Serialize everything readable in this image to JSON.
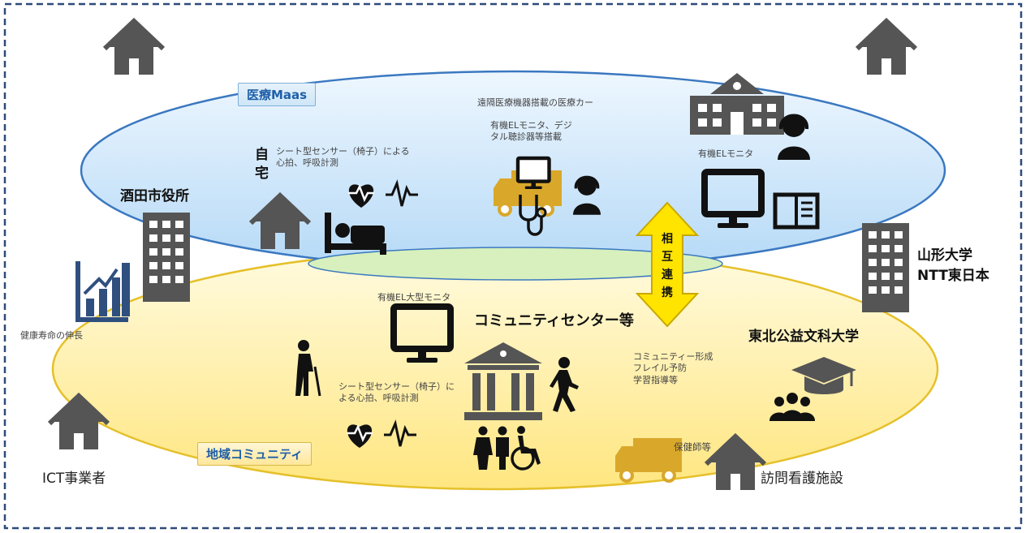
{
  "labels": {
    "iryo_maas": "医療Maas",
    "chiiki": "地域コミュニティ",
    "medical_car": "遠隔医療機器搭載の医療カー",
    "car_equipped": "有機ELモニタ、デジタル聴診器等搭載",
    "home": "自宅",
    "seat_sensor_top": "シート型センサー（椅子）による心拍、呼吸計測",
    "sakata": "酒田市役所",
    "kenko": "健康寿命の伸長",
    "ict": "ICT事業者",
    "yamagata": "山形大学",
    "ntt": "NTT東日本",
    "oled_monitor": "有機ELモニタ",
    "sogo": "相互連携",
    "oled_large": "有機EL大型モニタ",
    "community_center": "コミュニティセンター等",
    "seat_sensor_bottom": "シート型センサー（椅子）による心拍、呼吸計測",
    "tohoku": "東北公益文科大学",
    "community_items": "コミュニティー形成\nフレイル予防\n学習指導等",
    "hokenshi": "保健師等",
    "homon": "訪問看護施設"
  },
  "colors": {
    "border": "#2e4a7a",
    "upper_fill": "#cfe8fb",
    "upper_edge": "#3b78c0",
    "lower_fill": "#fff3b0",
    "lower_edge": "#e5c02a",
    "overlap": "#d7f0bd",
    "icon_dark": "#111111",
    "icon_gray": "#555555",
    "truck": "#d9a82b",
    "chart": "#2f4f7f",
    "arrow": "#ffe400"
  },
  "icons": [
    "house-icon",
    "building-icon",
    "chart-icon",
    "monitor-icon",
    "headset-person-icon",
    "heart-pulse-icon",
    "bed-icon",
    "truck-icon",
    "stethoscope-icon",
    "school-icon",
    "book-icon",
    "elderly-icon",
    "walking-icon",
    "family-icon",
    "wheelchair-icon",
    "museum-icon",
    "graduation-cap-icon",
    "group-icon"
  ]
}
